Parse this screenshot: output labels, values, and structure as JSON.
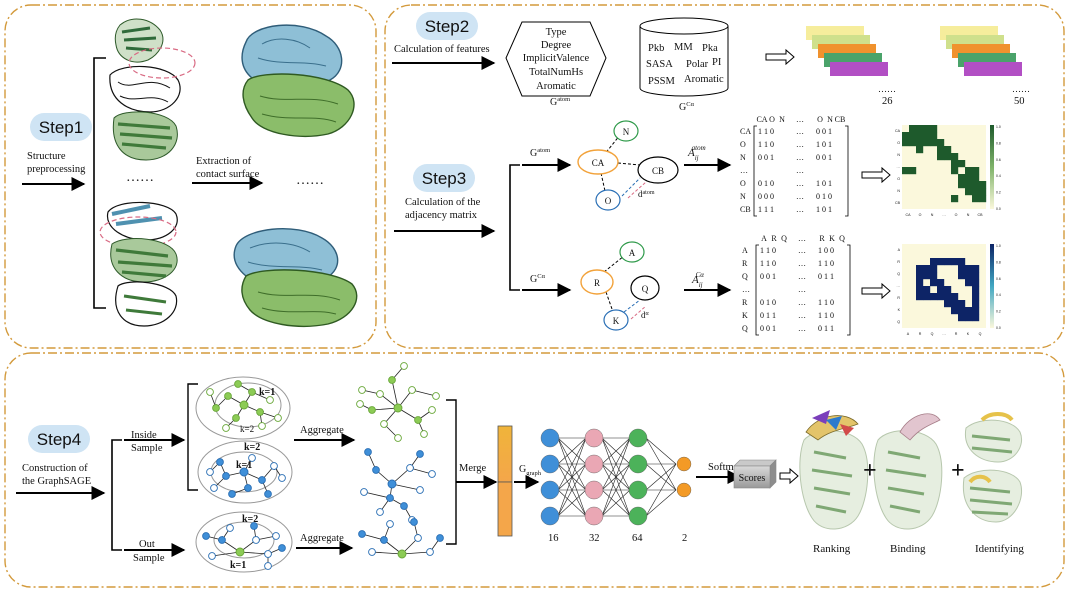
{
  "step1": {
    "badge": "Step1",
    "desc": [
      "Structure",
      "preprocessing"
    ],
    "dots_left": "……",
    "dots_right": "……",
    "extract": [
      "Extraction of",
      "contact surface"
    ]
  },
  "step2": {
    "badge": "Step2",
    "desc": "Calculation of features",
    "atom_features": [
      "Type",
      "Degree",
      "ImplicitValence",
      "TotalNumHs",
      "Aromatic"
    ],
    "atom_label": "G",
    "atom_sup": "atom",
    "ca_features": [
      [
        "Pkb",
        "MM",
        "Pka"
      ],
      [
        "SASA",
        "Polar",
        "PI"
      ],
      [
        "PSSM",
        "Aromatic"
      ]
    ],
    "ca_label": "G",
    "ca_sup": "Cα",
    "count_a": "26",
    "count_b": "50",
    "layer_colors": [
      "#f6ed9c",
      "#cfe08c",
      "#f0922e",
      "#4aa36a",
      "#b24fc4"
    ]
  },
  "step3": {
    "badge": "Step3",
    "desc": [
      "Calculation of the",
      "adjacency matrix"
    ],
    "g_atom": "G",
    "g_atom_sup": "atom",
    "g_ca": "G",
    "g_ca_sup": "Cα",
    "atom_nodes": [
      "N",
      "CA",
      "CB",
      "O"
    ],
    "ca_nodes": [
      "A",
      "R",
      "Q",
      "K"
    ],
    "d_atom": "d",
    "d_atom_sup": "atom",
    "d_ca": "d",
    "d_ca_sup": "α",
    "a_atom": "A",
    "a_atom_sub": "ij",
    "a_atom_sup": "atom",
    "a_ca": "A",
    "a_ca_sub": "ij",
    "a_ca_sup": "Cα",
    "matrix_atom": {
      "cols": [
        "CA",
        "O",
        "N",
        "…",
        "O",
        "N",
        "CB"
      ],
      "rows": [
        [
          "CA",
          "1 1 0",
          "…",
          "0 0 1"
        ],
        [
          "O",
          "1 1 0",
          "…",
          "1 0 1"
        ],
        [
          "N",
          "0 0 1",
          "…",
          "0 0 1"
        ],
        [
          "…",
          "",
          "…",
          ""
        ],
        [
          "O",
          "0 1 0",
          "…",
          "1 0 1"
        ],
        [
          "N",
          "0 0 0",
          "…",
          "0 1 0"
        ],
        [
          "CB",
          "1 1 1",
          "…",
          "1 0 1"
        ]
      ]
    },
    "matrix_ca": {
      "cols": [
        "A",
        "R",
        "Q",
        "…",
        "R",
        "K",
        "Q"
      ],
      "rows": [
        [
          "A",
          "1 1 0",
          "…",
          "1 0 0"
        ],
        [
          "R",
          "1 1 0",
          "…",
          "1 1 0"
        ],
        [
          "Q",
          "0 0 1",
          "…",
          "0 1 1"
        ],
        [
          "…",
          "",
          "…",
          ""
        ],
        [
          "R",
          "0 1 0",
          "…",
          "1 1 0"
        ],
        [
          "K",
          "0 1 1",
          "…",
          "1 1 0"
        ],
        [
          "Q",
          "0 0 1",
          "…",
          "0 1 1"
        ]
      ]
    },
    "heatmap_atom_ticks": [
      "CA",
      "O",
      "N",
      "…",
      "O",
      "N",
      "CB"
    ],
    "heatmap_ca_ticks": [
      "A",
      "R",
      "Q",
      "…",
      "R",
      "K",
      "Q"
    ],
    "heatmap_atom_cbar": [
      "1.0",
      "0.8",
      "0.6",
      "0.4",
      "0.2",
      "0.0"
    ],
    "heatmap_ca_cbar": [
      "1.0",
      "0.8",
      "0.6",
      "0.4",
      "0.2",
      "0.0"
    ],
    "heatmap_atom_color": "#1e5a2c",
    "heatmap_ca_color": "#0d2466",
    "heatmap_bg": "#fbf8dc"
  },
  "step4": {
    "badge": "Step4",
    "desc": [
      "Construction of",
      "the GraphSAGE"
    ],
    "inside": [
      "Inside",
      "Sample"
    ],
    "out": [
      "Out",
      "Sample"
    ],
    "k1": "k=1",
    "k2": "k=2",
    "aggregate_top": "Aggregate",
    "aggregate_bottom": "Aggregate",
    "merge": "Merge",
    "g_graph": "G",
    "g_graph_sub": "graph",
    "softmax": "Softmax",
    "scores": "Scores",
    "layer_sizes": [
      "16",
      "32",
      "64",
      "2"
    ],
    "layer_colors": [
      "#3f8fd8",
      "#eaa7b4",
      "#4cb25a",
      "#f39a26"
    ],
    "outputs": [
      "Ranking",
      "Binding",
      "Identifying"
    ],
    "plus": "+"
  },
  "colors": {
    "frame": "#d39a3c",
    "badge_fill": "#cfe4f4",
    "badge_text": "#1c2a49"
  }
}
